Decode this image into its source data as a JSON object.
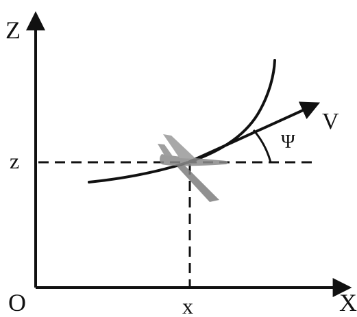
{
  "diagram": {
    "labels": {
      "z_axis": "Z",
      "x_axis": "X",
      "origin": "O",
      "z_coord": "z",
      "x_coord": "x",
      "velocity": "V",
      "angle": "Ψ"
    },
    "icons": {
      "aircraft": "airplane-icon"
    },
    "colors": {
      "line": "#111111",
      "aircraft": "#8a8a8a"
    }
  }
}
